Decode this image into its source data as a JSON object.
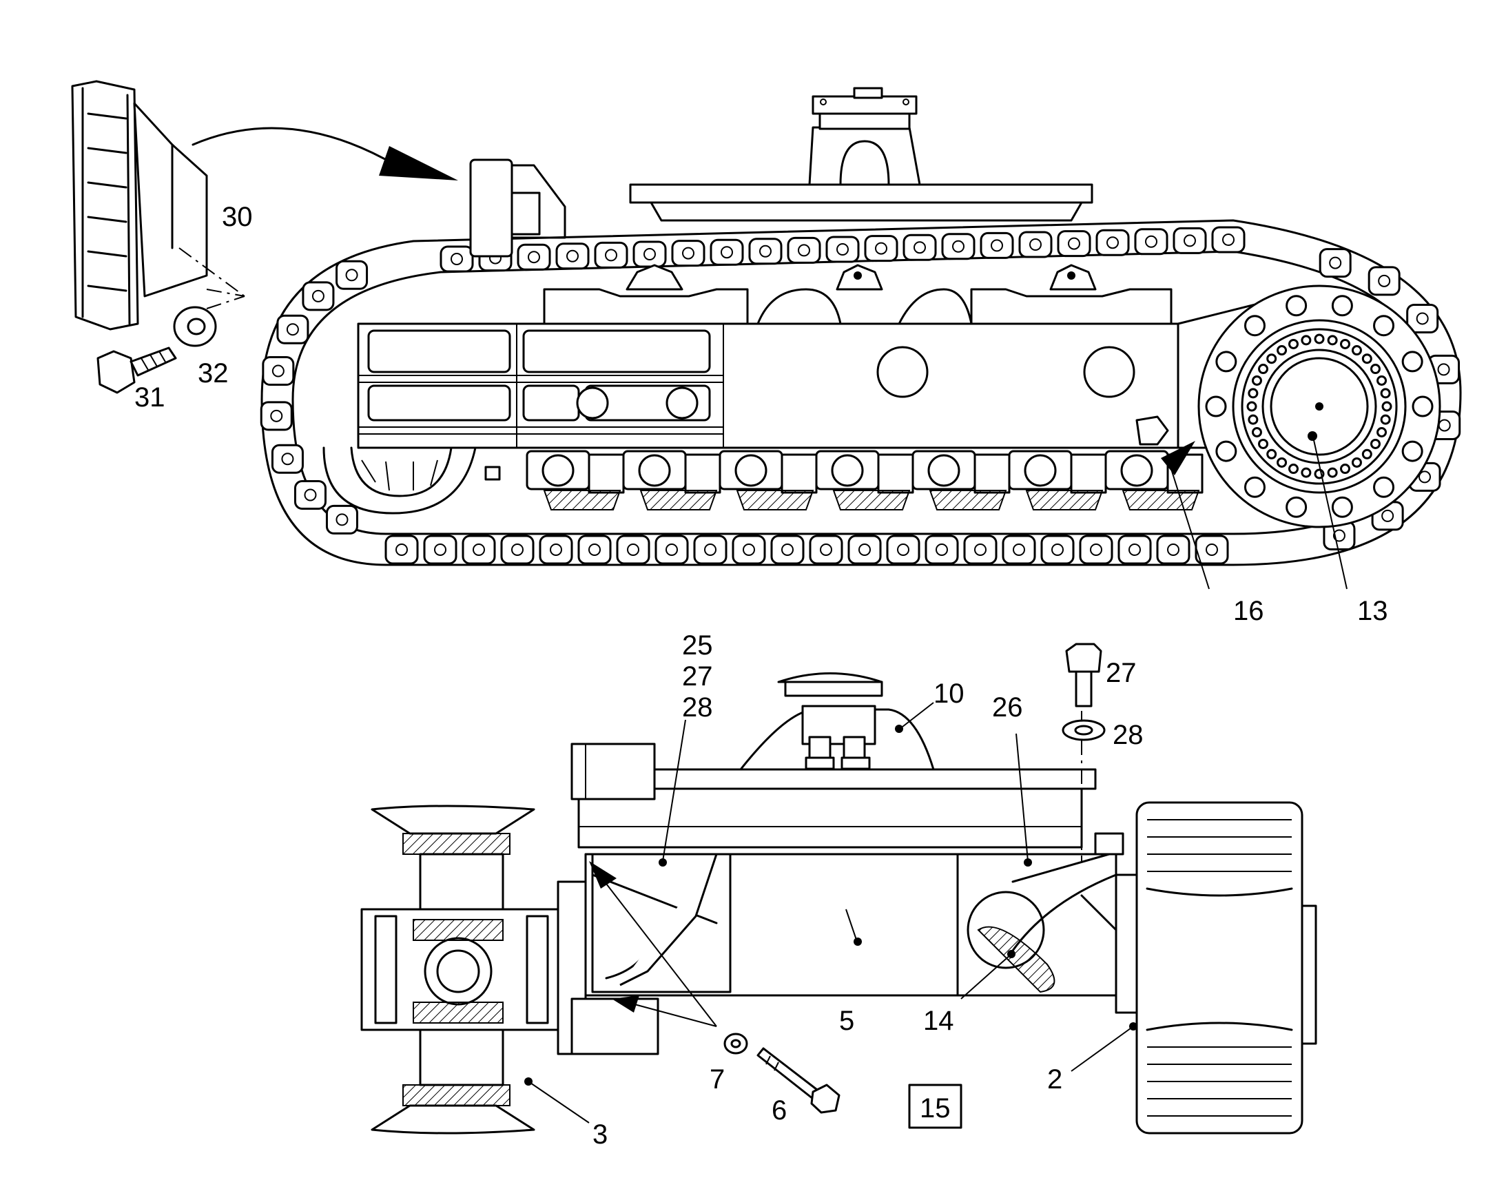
{
  "labels": {
    "n30": "30",
    "n31": "31",
    "n32": "32",
    "n16": "16",
    "n13": "13",
    "n25": "25",
    "n27a": "27",
    "n28a": "28",
    "n10": "10",
    "n26": "26",
    "n27b": "27",
    "n28b": "28",
    "n5": "5",
    "n14": "14",
    "n7": "7",
    "n6": "6",
    "n3": "3",
    "n2": "2",
    "n15": "15"
  }
}
